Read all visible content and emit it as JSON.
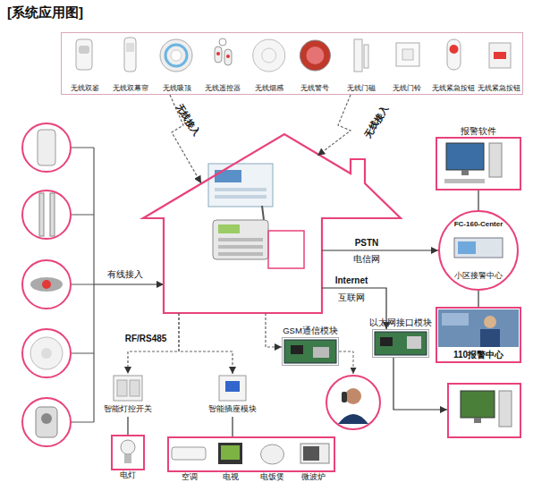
{
  "diagram": {
    "title": "[系统应用图]",
    "nodes": [
      {
        "text": []
      },
      {
        "text": [
          "无线双鉴"
        ],
        "in": 0
      },
      {
        "text": [
          "无线双幕帘"
        ],
        "in": 0
      },
      {
        "text": [
          "无线吸顶"
        ],
        "in": 0
      },
      {
        "text": [
          "无线遥控器"
        ],
        "in": 0
      },
      {
        "text": [
          "无线烟感"
        ],
        "in": 0
      },
      {
        "text": [
          "无线警号"
        ],
        "in": 0
      },
      {
        "text": [
          "无线门磁"
        ],
        "in": 0
      },
      {
        "text": [
          "无线门铃"
        ],
        "in": 0
      },
      {
        "text": [
          "无线紧急按钮"
        ],
        "in": 0
      },
      {
        "text": [
          "无线紧急按钮"
        ],
        "in": 0
      },
      {
        "text": []
      },
      {
        "text": [
          "报警软件"
        ]
      },
      {
        "text": [
          "FC-160-Center",
          "小区接警中心"
        ]
      },
      {
        "text": [
          "110报警中心"
        ]
      },
      {
        "text": [
          "GSM通信模块"
        ]
      },
      {
        "text": [
          "以太网接口模块"
        ]
      },
      {
        "text": []
      },
      {
        "text": [
          "智能灯控开关"
        ]
      },
      {
        "text": [
          "智能插座模块"
        ]
      },
      {
        "text": [
          "电灯"
        ]
      },
      {
        "text": []
      },
      {
        "text": [
          "空调"
        ],
        "in": 21
      },
      {
        "text": [
          "电视"
        ],
        "in": 21
      },
      {
        "text": [
          "电饭煲"
        ],
        "in": 21
      },
      {
        "text": [
          "微波炉"
        ],
        "in": 21
      }
    ],
    "edges": [
      {
        "from": 0,
        "to": 11,
        "label": "无线接入",
        "arrow": "to"
      },
      {
        "from": 0,
        "to": 11,
        "label": "无线接入",
        "arrow": "to"
      },
      {
        "from": 11,
        "to": 13,
        "label": "PSTN",
        "arrow": "to"
      },
      {
        "from": 12,
        "to": 13,
        "arrow": "none"
      },
      {
        "from": 13,
        "to": 14,
        "arrow": "none"
      },
      {
        "from": 11,
        "to": 16,
        "label": "Internet",
        "arrow": "to"
      },
      {
        "from": 11,
        "to": 15,
        "arrow": "to"
      },
      {
        "from": 16,
        "to": 17,
        "arrow": "to"
      },
      {
        "from": 11,
        "to": 18,
        "arrow": "to"
      },
      {
        "from": 11,
        "to": 19,
        "arrow": "to"
      },
      {
        "from": 18,
        "to": 20,
        "arrow": "none"
      },
      {
        "from": 19,
        "to": 21,
        "arrow": "none"
      }
    ],
    "labels": [
      "电信网",
      "互联网",
      "有线接入",
      "RF/RS485"
    ]
  }
}
